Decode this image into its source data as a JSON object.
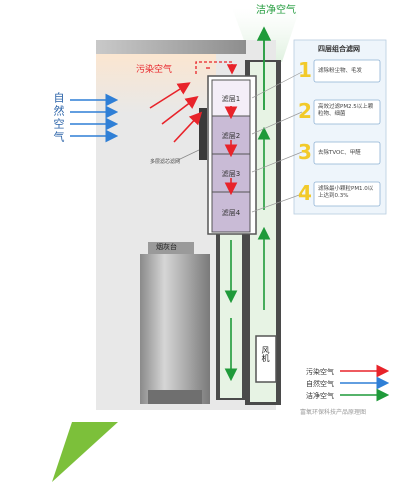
{
  "title_clean_air": "洁净空气",
  "polluted_air": "污染空气",
  "natural_air": "自然空气",
  "filters": [
    "滤层1",
    "滤层2",
    "滤层3",
    "滤层4"
  ],
  "filter_box_label": "多层滤芯滤网",
  "stand_label": "烟灰台",
  "fan_label": "风机",
  "panel": {
    "title": "四层组合滤网",
    "steps": [
      {
        "num": "1",
        "text": "滤除粉尘物、毛发"
      },
      {
        "num": "2",
        "text": "高效过滤PM2.5以上颗粒物、细菌"
      },
      {
        "num": "3",
        "text": "去除TVOC、甲醛"
      },
      {
        "num": "4",
        "text": "滤除最小颗粒PM1.0以上达到0.3%"
      }
    ]
  },
  "legend": [
    {
      "label": "污染空气",
      "color": "#e8232a"
    },
    {
      "label": "自然空气",
      "color": "#2f7fd6"
    },
    {
      "label": "洁净空气",
      "color": "#1f9a3a"
    }
  ],
  "footer": "富氧环保科技产品原理图",
  "colors": {
    "red": "#e8232a",
    "blue": "#2f7fd6",
    "green": "#1f9a3a",
    "chevron": "#7cc03a"
  }
}
